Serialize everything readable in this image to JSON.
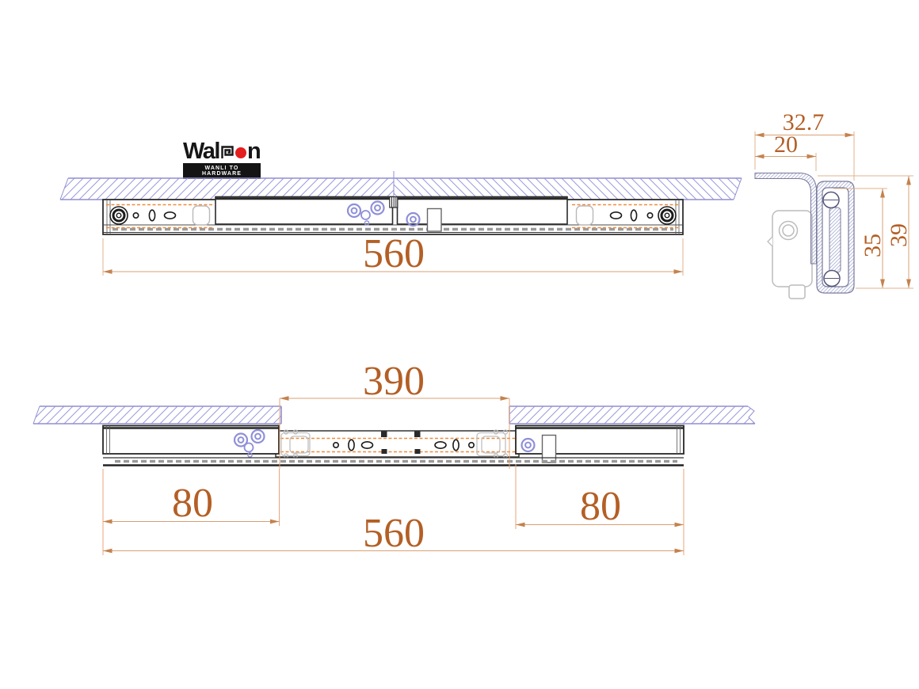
{
  "logo": {
    "brand_prefix": "Wal",
    "brand_suffix": "n",
    "tagline": "WANLI TO HARDWARE"
  },
  "drawing": {
    "top_view": {
      "overall_length_mm": "560"
    },
    "section_view": {
      "overall_width_mm": "32.7",
      "bracket_width_mm": "20",
      "rail_height_mm": "35",
      "overall_height_mm": "39"
    },
    "bottom_view": {
      "travel_mm": "390",
      "left_offset_mm": "80",
      "right_offset_mm": "80",
      "overall_length_mm": "560"
    }
  },
  "colors": {
    "dimension_text": "#b45f25",
    "dimension_line": "#d8a074",
    "hatch_blue": "#9a9ade",
    "detail_orange": "#f08c3c",
    "screw_blue": "#8f8fd8",
    "logo_red": "#e41e1e",
    "tagline_bg": "#141414"
  }
}
